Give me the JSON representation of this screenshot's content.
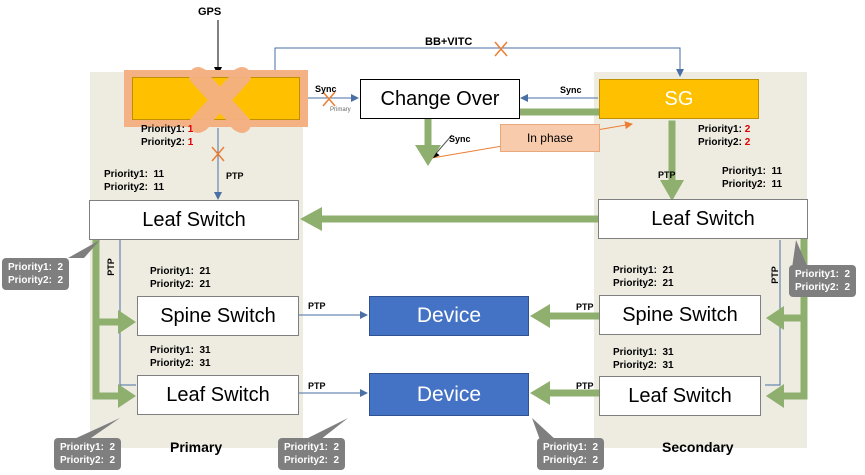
{
  "gps_label": "GPS",
  "bb_vitc_label": "BB+VITC",
  "change_over_label": "Change Over",
  "sg_label": "SG",
  "in_phase_label": "In phase",
  "sync_label": "Sync",
  "primary_small": "Primary",
  "ptp_label": "PTP",
  "leaf_switch": "Leaf Switch",
  "spine_switch": "Spine Switch",
  "device": "Device",
  "primary_label": "Primary",
  "secondary_label": "Secondary",
  "p1": "Priority1:",
  "p2": "Priority2:",
  "v1": "1",
  "v2": "2",
  "v11": "11",
  "v21": "21",
  "v31": "31",
  "colors": {
    "gold": "#ffc000",
    "orange": "#ed7d31",
    "green": "#8faf6f",
    "device": "#4472c4",
    "panel": "#eeece1",
    "callout": "#7f7f7f",
    "inphase": "#f8cbad"
  }
}
